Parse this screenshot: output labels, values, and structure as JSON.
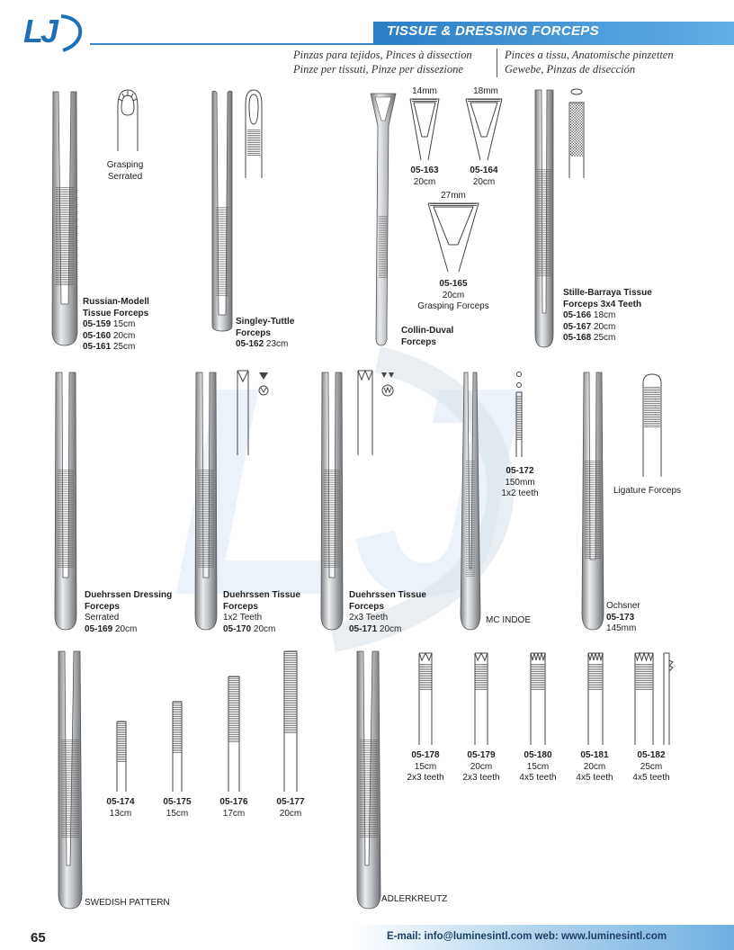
{
  "brand": {
    "logo_text": "LJ",
    "accent": "#2c7ec4"
  },
  "header": {
    "title": "TISSUE & DRESSING FORCEPS",
    "subtitle_left_1": "Pinzas para tejidos, Pinces à dissection",
    "subtitle_left_2": "Pinze per tissuti, Pinze per dissezione",
    "subtitle_right_1": "Pinces a tissu, Anatomische pinzetten",
    "subtitle_right_2": "Gewebe, Pinzas de disección"
  },
  "row1": {
    "russian": {
      "detail": "Grasping",
      "detail2": "Serrated",
      "name1": "Russian-Modell",
      "name2": "Tissue Forceps",
      "items": [
        {
          "code": "05-159",
          "size": "15cm"
        },
        {
          "code": "05-160",
          "size": "20cm"
        },
        {
          "code": "05-161",
          "size": "25cm"
        }
      ]
    },
    "singley": {
      "name1": "Singley-Tuttle",
      "name2": "Forceps",
      "code": "05-162",
      "size": "23cm"
    },
    "collin": {
      "name1": "Collin-Duval",
      "name2": "Forceps",
      "tip_163": {
        "width": "14mm",
        "code": "05-163",
        "size": "20cm"
      },
      "tip_164": {
        "width": "18mm",
        "code": "05-164",
        "size": "20cm"
      },
      "tip_165": {
        "width": "27mm",
        "code": "05-165",
        "size": "20cm",
        "desc": "Grasping Forceps"
      }
    },
    "stille": {
      "name1": "Stille-Barraya Tissue",
      "name2": "Forceps 3x4 Teeth",
      "items": [
        {
          "code": "05-166",
          "size": "18cm"
        },
        {
          "code": "05-167",
          "size": "20cm"
        },
        {
          "code": "05-168",
          "size": "25cm"
        }
      ]
    }
  },
  "row2": {
    "d169": {
      "name1": "Duehrssen Dressing",
      "name2": "Forceps",
      "detail": "Serrated",
      "code": "05-169",
      "size": "20cm"
    },
    "d170": {
      "name1": "Duehrssen Tissue",
      "name2": "Forceps",
      "detail": "1x2 Teeth",
      "code": "05-170",
      "size": "20cm"
    },
    "d171": {
      "name1": "Duehrssen Tissue",
      "name2": "Forceps",
      "detail": "2x3 Teeth",
      "code": "05-171",
      "size": "20cm"
    },
    "indoe": {
      "name": "MC INDOE",
      "code": "05-172",
      "size": "150mm",
      "teeth": "1x2 teeth"
    },
    "ochsner": {
      "detail": "Ligature Forceps",
      "name": "Ochsner",
      "code": "05-173",
      "size": "145mm"
    }
  },
  "row3": {
    "swedish": {
      "name": "SWEDISH PATTERN",
      "items": [
        {
          "code": "05-174",
          "size": "13cm"
        },
        {
          "code": "05-175",
          "size": "15cm"
        },
        {
          "code": "05-176",
          "size": "17cm"
        },
        {
          "code": "05-177",
          "size": "20cm"
        }
      ]
    },
    "adler": {
      "name": "ADLERKREUTZ",
      "items": [
        {
          "code": "05-178",
          "size": "15cm",
          "teeth": "2x3 teeth"
        },
        {
          "code": "05-179",
          "size": "20cm",
          "teeth": "2x3 teeth"
        },
        {
          "code": "05-180",
          "size": "15cm",
          "teeth": "4x5 teeth"
        },
        {
          "code": "05-181",
          "size": "20cm",
          "teeth": "4x5 teeth"
        },
        {
          "code": "05-182",
          "size": "25cm",
          "teeth": "4x5 teeth"
        }
      ]
    }
  },
  "footer": {
    "page": "65",
    "contact": "E-mail: info@luminesintl.com  web: www.luminesintl.com"
  }
}
